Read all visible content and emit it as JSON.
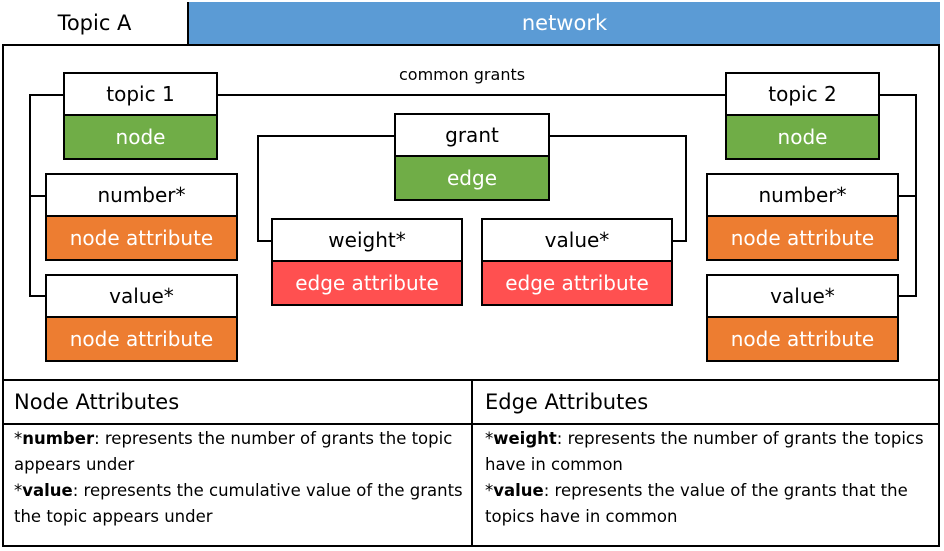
{
  "header": {
    "left_title": "Topic A",
    "right_title": "network"
  },
  "diagram": {
    "common_label": "common grants",
    "topic1": {
      "title": "topic 1",
      "type": "node"
    },
    "topic2": {
      "title": "topic 2",
      "type": "node"
    },
    "grant": {
      "title": "grant",
      "type": "edge"
    },
    "left_number": {
      "title": "number*",
      "type": "node attribute"
    },
    "left_value": {
      "title": "value*",
      "type": "node attribute"
    },
    "right_number": {
      "title": "number*",
      "type": "node attribute"
    },
    "right_value": {
      "title": "value*",
      "type": "node attribute"
    },
    "weight": {
      "title": "weight*",
      "type": "edge attribute"
    },
    "edge_value": {
      "title": "value*",
      "type": "edge attribute"
    }
  },
  "legend": {
    "node_header": "Node Attributes",
    "edge_header": "Edge Attributes",
    "node_items": [
      {
        "prefix": "*",
        "term": "number",
        "desc": ": represents the number of grants the topic appears under"
      },
      {
        "prefix": "*",
        "term": "value",
        "desc": ": represents the cumulative value of the grants the topic appears under"
      }
    ],
    "edge_items": [
      {
        "prefix": "*",
        "term": "weight",
        "desc": ": represents the number of grants the topics have in common"
      },
      {
        "prefix": "*",
        "term": "value",
        "desc": ": represents the value of the grants that the topics have in common"
      }
    ]
  },
  "colors": {
    "header_blue": "#5b9bd5",
    "node_green": "#70ad47",
    "node_attr_orange": "#ed7d31",
    "edge_attr_red": "#ff5050"
  }
}
